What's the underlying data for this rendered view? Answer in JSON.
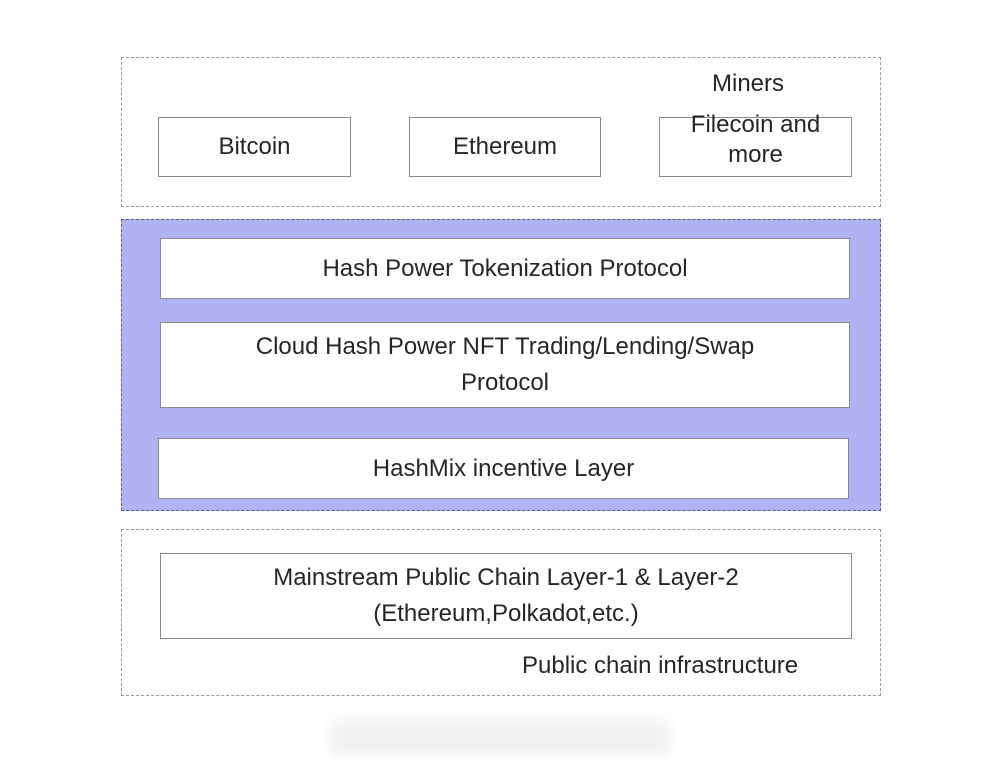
{
  "miners": {
    "group_label": "Miners",
    "items": [
      {
        "label": "Bitcoin"
      },
      {
        "label": "Ethereum"
      },
      {
        "label": "Filecoin and more"
      }
    ]
  },
  "protocol": {
    "accent_color": "#b0b2f4",
    "layers": [
      {
        "label": "Hash Power Tokenization Protocol"
      },
      {
        "label": "Cloud Hash Power NFT Trading/Lending/Swap Protocol"
      },
      {
        "label": "HashMix incentive Layer"
      }
    ]
  },
  "infrastructure": {
    "group_label": "Public chain infrastructure",
    "box_line1": "Mainstream Public Chain Layer-1 & Layer-2",
    "box_line2": "(Ethereum,Polkadot,etc.)"
  }
}
